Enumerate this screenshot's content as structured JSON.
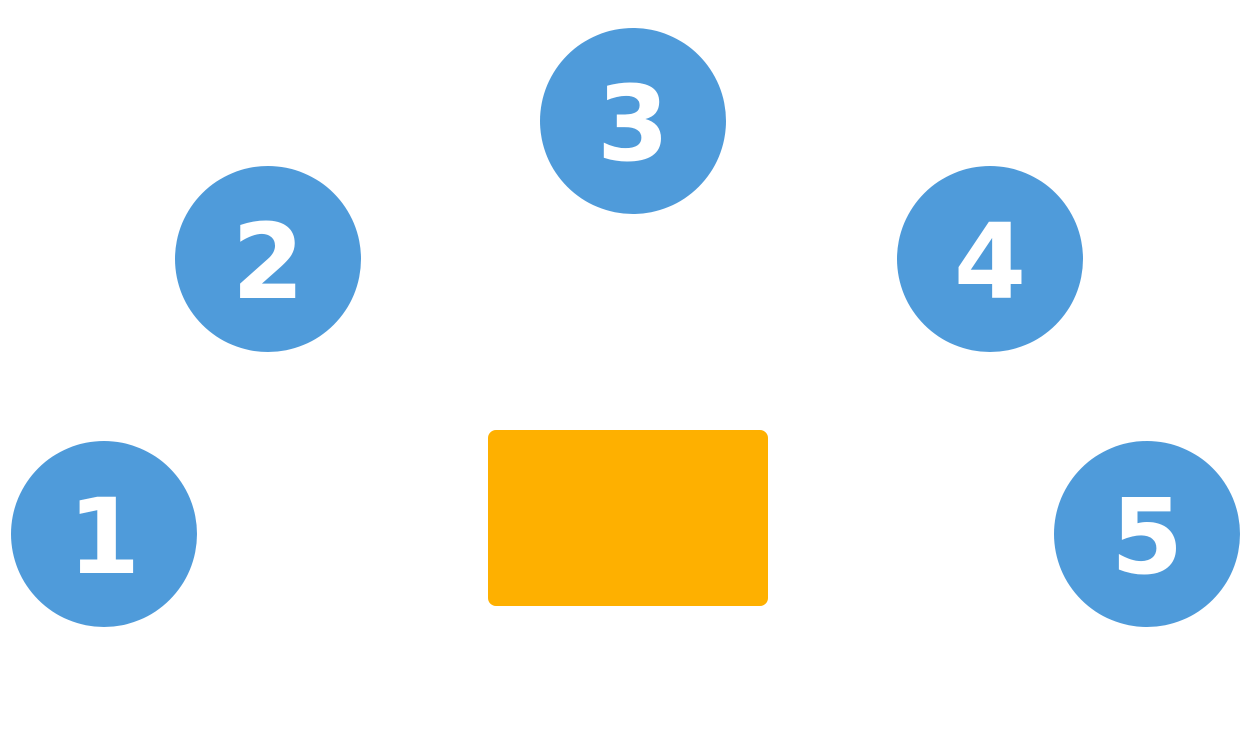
{
  "colors": {
    "node_fill": "#4F9BDA",
    "node_text": "#FFFFFF",
    "center_fill": "#FEB000",
    "background": "#FFFFFF"
  },
  "nodes": [
    {
      "label": "1"
    },
    {
      "label": "2"
    },
    {
      "label": "3"
    },
    {
      "label": "4"
    },
    {
      "label": "5"
    }
  ],
  "center": {
    "shape": "rounded-rectangle"
  }
}
